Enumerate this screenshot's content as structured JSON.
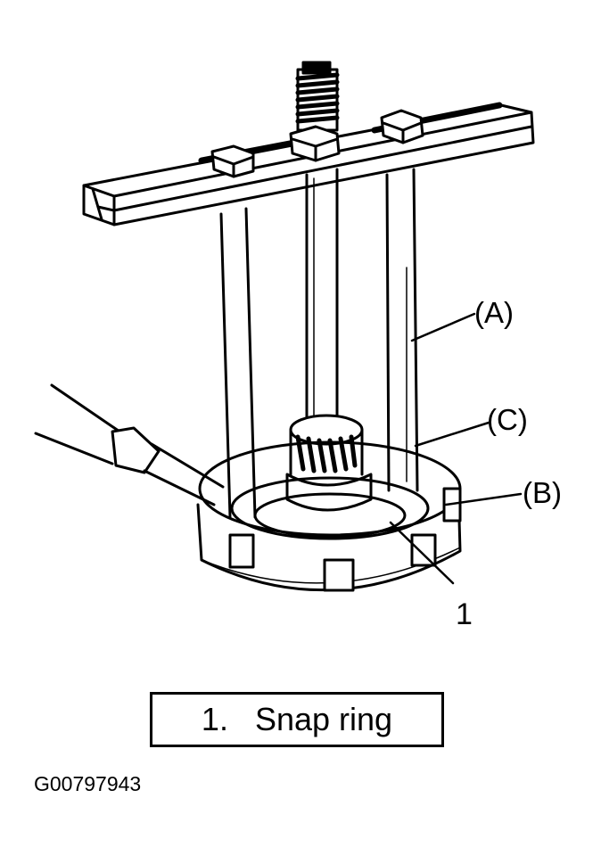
{
  "callouts": {
    "a": "(A)",
    "b": "(B)",
    "c": "(C)",
    "one": "1"
  },
  "legend": {
    "number": "1.",
    "text": "Snap ring"
  },
  "figure_id": "G00797943"
}
